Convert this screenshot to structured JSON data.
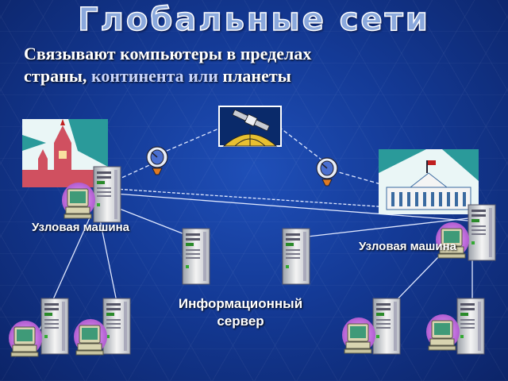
{
  "slide": {
    "title": "Глобальные сети",
    "subtitle_line1_a": "Связывают компьютеры в пределах",
    "subtitle_line2_a": "страны,",
    "subtitle_line2_b": "континента",
    "subtitle_line2_c": "или",
    "subtitle_line2_d": "планеты"
  },
  "labels": {
    "node_machine_left": "Узловая машина",
    "node_machine_right": "Узловая машина",
    "info_server_line1": "Информационный",
    "info_server_line2": "сервер"
  },
  "colors": {
    "background": "#143a96",
    "title_fill": "#8aa8dc",
    "link_line": "#e0e8ff",
    "satellite_dish": "#4a6fd0"
  },
  "icons": [
    "kremlin-picture",
    "white-house-picture",
    "satellite-picture",
    "satellite-dish-icon",
    "server-tower-icon",
    "desktop-computer-icon"
  ]
}
